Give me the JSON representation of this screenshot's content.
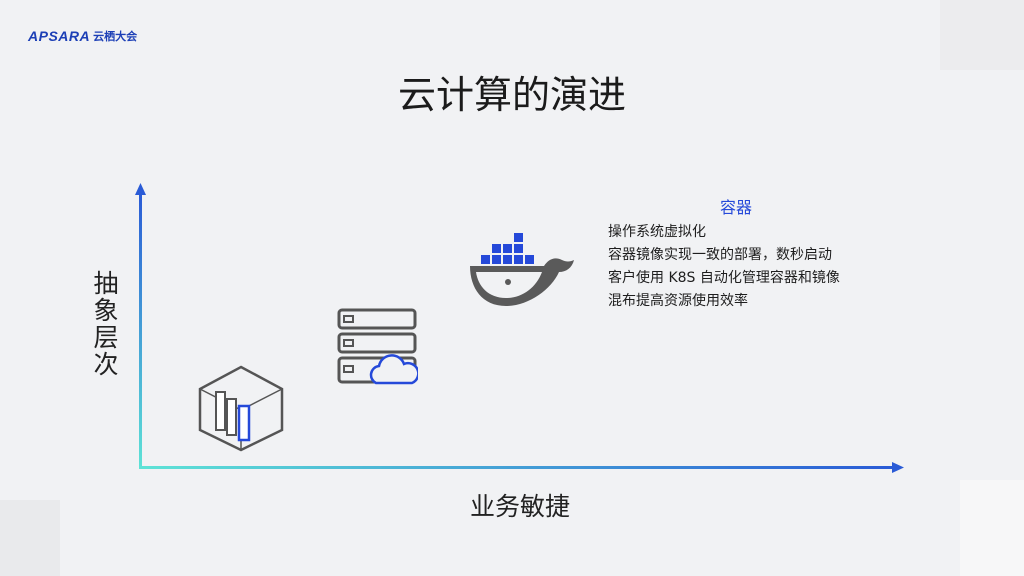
{
  "logo": {
    "brand": "APSARA",
    "subtitle": "云栖大会"
  },
  "title": "云计算的演进",
  "axes": {
    "y_label": "抽象层次",
    "x_label": "业务敏捷"
  },
  "stages": [
    {
      "icon": "server-box-icon"
    },
    {
      "icon": "server-cloud-icon"
    },
    {
      "icon": "docker-whale-icon"
    }
  ],
  "container_info": {
    "heading": "容器",
    "lines": [
      "操作系统虚拟化",
      "容器镜像实现一致的部署，数秒启动",
      "客户使用 K8S 自动化管理容器和镜像",
      "混布提高资源使用效率"
    ]
  },
  "colors": {
    "accent": "#1c3fb6",
    "axis_start": "#2a5bd6",
    "axis_end": "#5ee3d6",
    "text_dark": "#1b1b1b",
    "heading_blue": "#2549d9"
  }
}
